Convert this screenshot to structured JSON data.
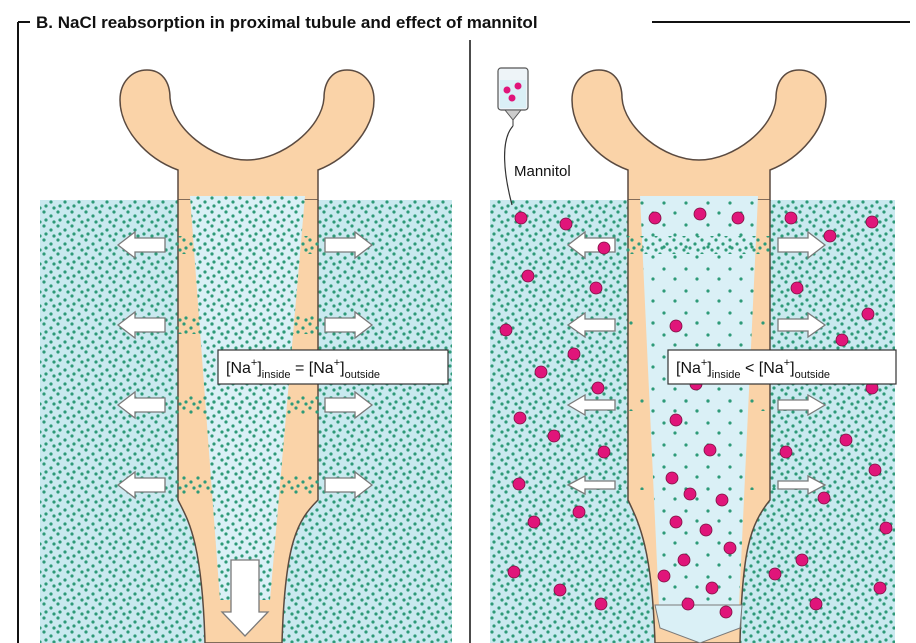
{
  "title": "B. NaCl reabsorption in proximal tubule and effect of mannitol",
  "left_panel": {
    "equation": {
      "lhs": "[Na",
      "lhs_sup": "+",
      "lhs_sub": "inside",
      "relation": " = ",
      "rhs": "[Na",
      "rhs_sup": "+",
      "rhs_sub": "outside"
    }
  },
  "right_panel": {
    "infusion_label": "Mannitol",
    "equation": {
      "lhs": "[Na",
      "lhs_sup": "+",
      "lhs_sub": "inside",
      "relation": " < ",
      "rhs": "[Na",
      "rhs_sup": "+",
      "rhs_sub": "outside"
    }
  },
  "colors": {
    "tubule_wall": "#fad3a8",
    "tubule_outline": "#5a4a40",
    "interstitium": "#c9e9ef",
    "lumen": "#daf0f6",
    "sodium_dot": "#2e9a78",
    "mannitol_particle": "#e0157a",
    "arrow_fill": "#ffffff",
    "arrow_outline": "#7a7a7a"
  },
  "icons": [
    "infusion-bag-icon",
    "reabsorption-arrow-icon",
    "flow-arrow-icon"
  ]
}
